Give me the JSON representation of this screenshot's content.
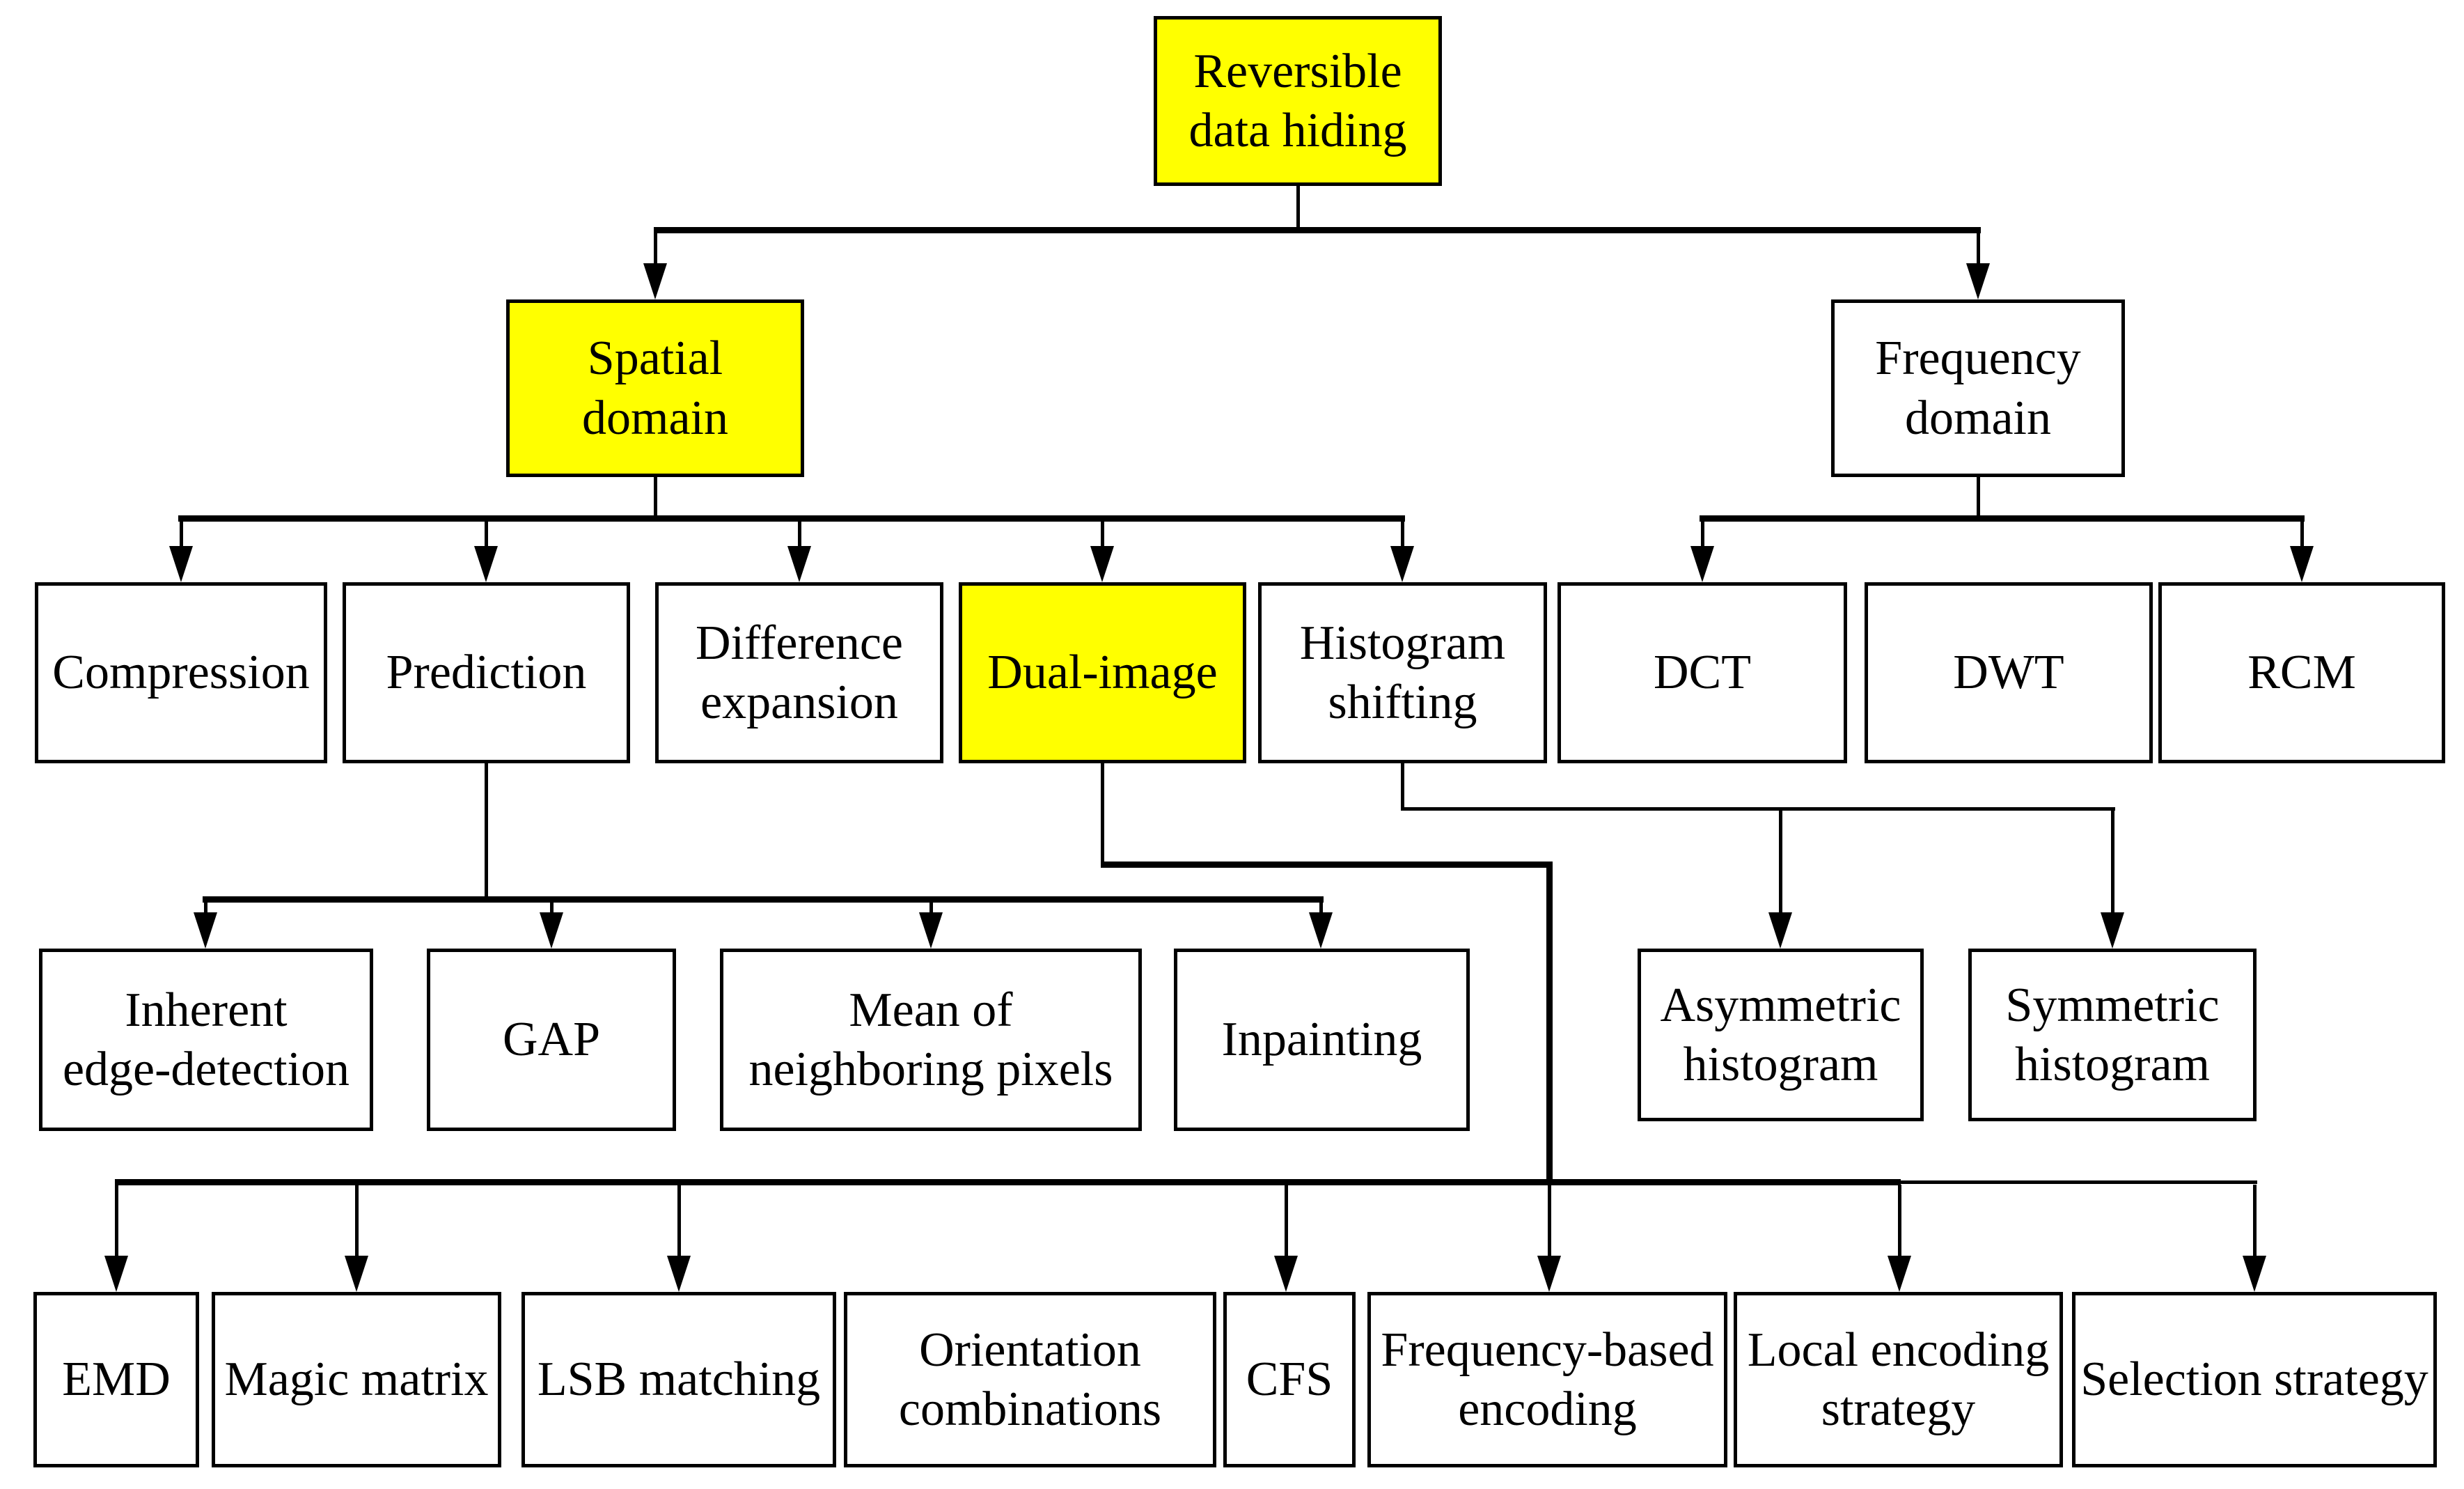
{
  "diagram": {
    "title": "Reversible data hiding taxonomy tree",
    "highlight_color": "#ffff00",
    "box_background_color": "#ffffff",
    "line_color": "#000000"
  },
  "nodes": {
    "root": {
      "label": "Reversible\ndata hiding",
      "highlighted": true
    },
    "spatial": {
      "label": "Spatial\ndomain",
      "highlighted": true
    },
    "frequency": {
      "label": "Frequency\ndomain",
      "highlighted": false
    },
    "compression": {
      "label": "Compression",
      "highlighted": false
    },
    "prediction": {
      "label": "Prediction",
      "highlighted": false
    },
    "difference_expansion": {
      "label": "Difference\nexpansion",
      "highlighted": false
    },
    "dual_image": {
      "label": "Dual-image",
      "highlighted": true
    },
    "histogram_shifting": {
      "label": "Histogram\nshifting",
      "highlighted": false
    },
    "dct": {
      "label": "DCT",
      "highlighted": false
    },
    "dwt": {
      "label": "DWT",
      "highlighted": false
    },
    "rcm": {
      "label": "RCM",
      "highlighted": false
    },
    "inherent_edge_detection": {
      "label": "Inherent\nedge-detection",
      "highlighted": false
    },
    "gap": {
      "label": "GAP",
      "highlighted": false
    },
    "mean_neighboring_pixels": {
      "label": "Mean of\nneighboring pixels",
      "highlighted": false
    },
    "inpainting": {
      "label": "Inpainting",
      "highlighted": false
    },
    "asymmetric_histogram": {
      "label": "Asymmetric\nhistogram",
      "highlighted": false
    },
    "symmetric_histogram": {
      "label": "Symmetric\nhistogram",
      "highlighted": false
    },
    "emd": {
      "label": "EMD",
      "highlighted": false
    },
    "magic_matrix": {
      "label": "Magic matrix",
      "highlighted": false
    },
    "lsb_matching": {
      "label": "LSB matching",
      "highlighted": false
    },
    "orientation_combinations": {
      "label": "Orientation\ncombinations",
      "highlighted": false
    },
    "cfs": {
      "label": "CFS",
      "highlighted": false
    },
    "frequency_based_encoding": {
      "label": "Frequency-based\nencoding",
      "highlighted": false
    },
    "local_encoding_strategy": {
      "label": "Local encoding\nstrategy",
      "highlighted": false
    },
    "selection_strategy": {
      "label": "Selection strategy",
      "highlighted": false
    }
  },
  "edges": [
    {
      "from": "Reversible data hiding",
      "to": [
        "Spatial domain",
        "Frequency domain"
      ]
    },
    {
      "from": "Spatial domain",
      "to": [
        "Compression",
        "Prediction",
        "Difference expansion",
        "Dual-image",
        "Histogram shifting"
      ]
    },
    {
      "from": "Frequency domain",
      "to": [
        "DCT",
        "RCM"
      ]
    },
    {
      "from": "Prediction",
      "to": [
        "Inherent edge-detection",
        "GAP",
        "Mean of neighboring pixels",
        "Inpainting"
      ]
    },
    {
      "from": "Histogram shifting",
      "to": [
        "Asymmetric histogram",
        "Symmetric histogram"
      ]
    },
    {
      "from": "Dual-image",
      "to": [
        "EMD",
        "Magic matrix",
        "LSB matching",
        "CFS",
        "Frequency-based encoding",
        "Local encoding strategy",
        "Selection strategy"
      ]
    }
  ]
}
